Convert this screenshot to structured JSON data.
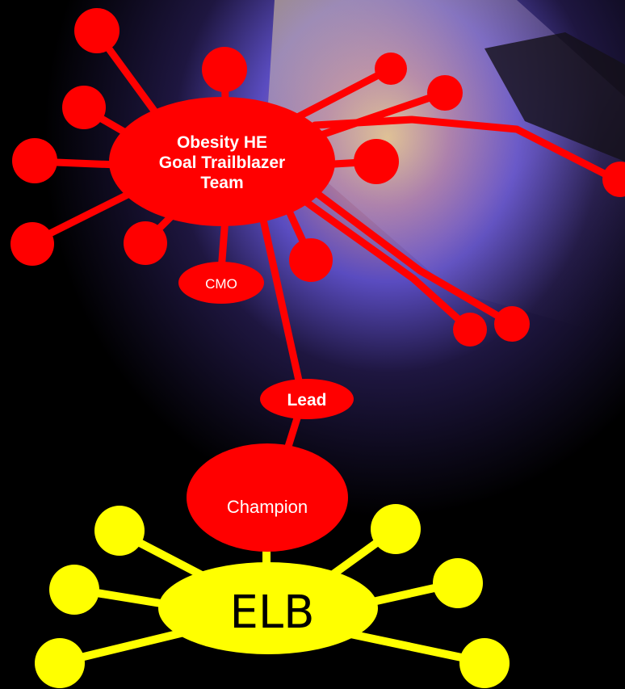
{
  "diagram": {
    "main_node": {
      "line1": "Obesity HE",
      "line2": "Goal Trailblazer",
      "line3": "Team"
    },
    "cmo_node": "CMO",
    "lead_node": "Lead",
    "champion_node": "Champion",
    "elb_node": "ELB"
  },
  "colors": {
    "red": "#ff0000",
    "yellow": "#ffff00",
    "background": "#000000"
  }
}
